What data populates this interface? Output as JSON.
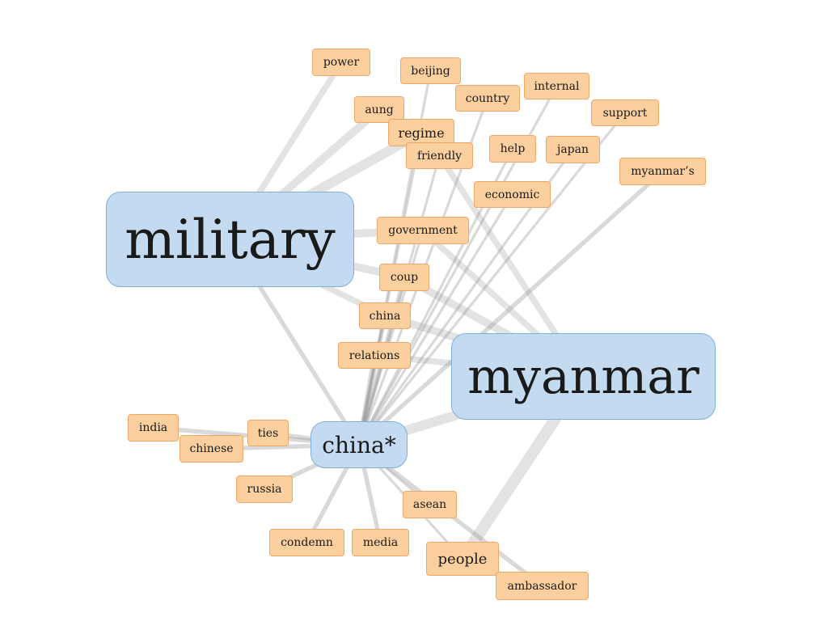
{
  "hubs": [
    {
      "id": "military",
      "label": "military"
    },
    {
      "id": "myanmar",
      "label": "myanmar"
    },
    {
      "id": "china_star",
      "label": "china*"
    }
  ],
  "words": [
    {
      "id": "power",
      "label": "power"
    },
    {
      "id": "beijing",
      "label": "beijing"
    },
    {
      "id": "country",
      "label": "country"
    },
    {
      "id": "internal",
      "label": "internal"
    },
    {
      "id": "aung",
      "label": "aung"
    },
    {
      "id": "support",
      "label": "support"
    },
    {
      "id": "regime",
      "label": "regime"
    },
    {
      "id": "friendly",
      "label": "friendly"
    },
    {
      "id": "help",
      "label": "help"
    },
    {
      "id": "japan",
      "label": "japan"
    },
    {
      "id": "myanmars",
      "label": "myanmar’s"
    },
    {
      "id": "economic",
      "label": "economic"
    },
    {
      "id": "government",
      "label": "government"
    },
    {
      "id": "coup",
      "label": "coup"
    },
    {
      "id": "china",
      "label": "china"
    },
    {
      "id": "relations",
      "label": "relations"
    },
    {
      "id": "india",
      "label": "india"
    },
    {
      "id": "ties",
      "label": "ties"
    },
    {
      "id": "chinese",
      "label": "chinese"
    },
    {
      "id": "russia",
      "label": "russia"
    },
    {
      "id": "asean",
      "label": "asean"
    },
    {
      "id": "condemn",
      "label": "condemn"
    },
    {
      "id": "media",
      "label": "media"
    },
    {
      "id": "people",
      "label": "people"
    },
    {
      "id": "ambassador",
      "label": "ambassador"
    }
  ],
  "edges": [
    {
      "from": "military",
      "to": "power",
      "weight": 3
    },
    {
      "from": "military",
      "to": "aung",
      "weight": 4
    },
    {
      "from": "military",
      "to": "regime",
      "weight": 5
    },
    {
      "from": "military",
      "to": "government",
      "weight": 4
    },
    {
      "from": "military",
      "to": "coup",
      "weight": 4
    },
    {
      "from": "military",
      "to": "china",
      "weight": 3
    },
    {
      "from": "military",
      "to": "china_star",
      "weight": 2
    },
    {
      "from": "myanmar",
      "to": "friendly",
      "weight": 3
    },
    {
      "from": "myanmar",
      "to": "government",
      "weight": 3
    },
    {
      "from": "myanmar",
      "to": "coup",
      "weight": 4
    },
    {
      "from": "myanmar",
      "to": "china",
      "weight": 4
    },
    {
      "from": "myanmar",
      "to": "relations",
      "weight": 3
    },
    {
      "from": "myanmar",
      "to": "people",
      "weight": 6
    },
    {
      "from": "myanmar",
      "to": "china_star",
      "weight": 5
    },
    {
      "from": "china_star",
      "to": "beijing",
      "weight": 1
    },
    {
      "from": "china_star",
      "to": "country",
      "weight": 1
    },
    {
      "from": "china_star",
      "to": "internal",
      "weight": 1
    },
    {
      "from": "china_star",
      "to": "support",
      "weight": 1
    },
    {
      "from": "china_star",
      "to": "regime",
      "weight": 1
    },
    {
      "from": "china_star",
      "to": "friendly",
      "weight": 1
    },
    {
      "from": "china_star",
      "to": "help",
      "weight": 1
    },
    {
      "from": "china_star",
      "to": "japan",
      "weight": 1
    },
    {
      "from": "china_star",
      "to": "myanmars",
      "weight": 2
    },
    {
      "from": "china_star",
      "to": "economic",
      "weight": 1
    },
    {
      "from": "china_star",
      "to": "government",
      "weight": 1
    },
    {
      "from": "china_star",
      "to": "coup",
      "weight": 2
    },
    {
      "from": "china_star",
      "to": "china",
      "weight": 2
    },
    {
      "from": "china_star",
      "to": "relations",
      "weight": 2
    },
    {
      "from": "china_star",
      "to": "india",
      "weight": 2
    },
    {
      "from": "china_star",
      "to": "ties",
      "weight": 2
    },
    {
      "from": "china_star",
      "to": "chinese",
      "weight": 2
    },
    {
      "from": "china_star",
      "to": "russia",
      "weight": 2
    },
    {
      "from": "china_star",
      "to": "asean",
      "weight": 1
    },
    {
      "from": "china_star",
      "to": "condemn",
      "weight": 2
    },
    {
      "from": "china_star",
      "to": "media",
      "weight": 2
    },
    {
      "from": "china_star",
      "to": "people",
      "weight": 1
    },
    {
      "from": "china_star",
      "to": "ambassador",
      "weight": 2
    }
  ],
  "colors": {
    "word_fill": "#fbcf9e",
    "word_border": "#f0a868",
    "hub_fill": "#c4daf0",
    "hub_border": "#7fb0dc",
    "edge": "#9a9a9a"
  }
}
